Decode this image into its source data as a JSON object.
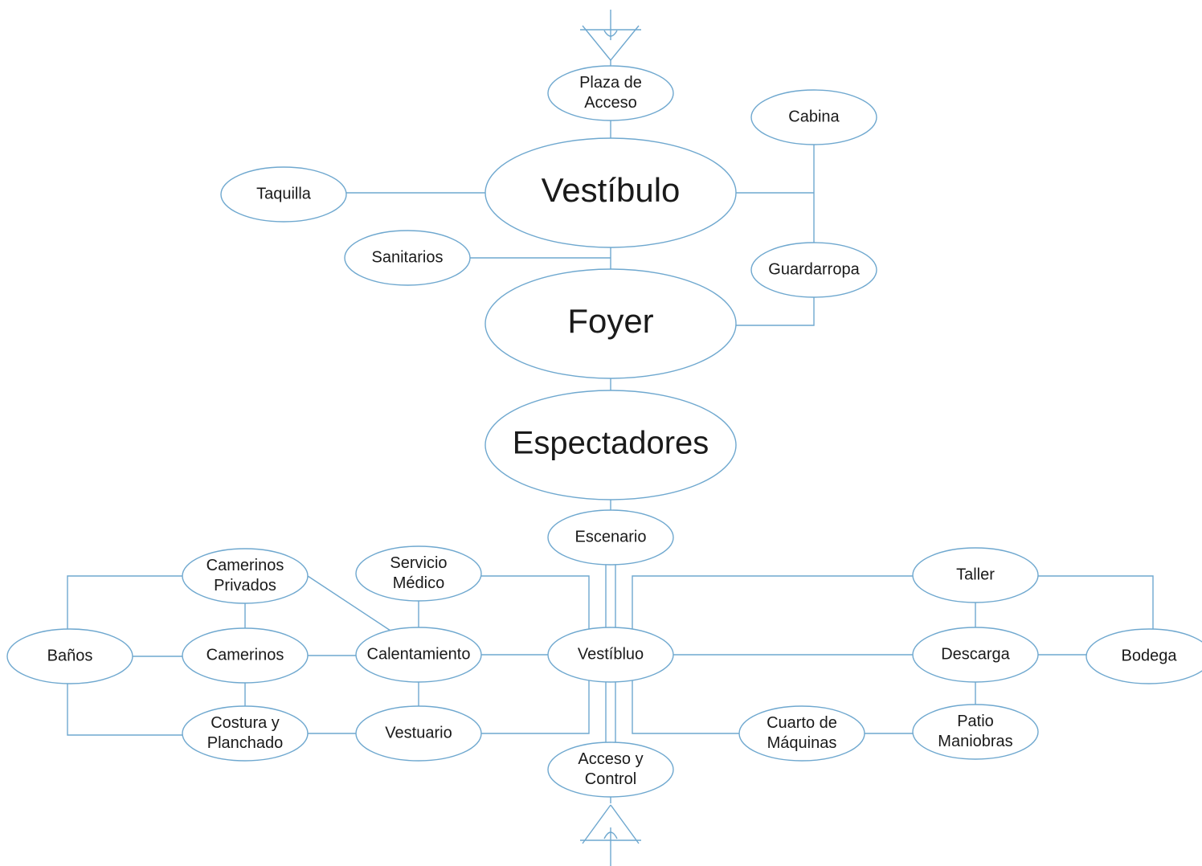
{
  "diagram": {
    "stroke_color": "#6fa8cf",
    "text_color": "#1a1a1a",
    "nodes": [
      {
        "id": "plaza",
        "lines": [
          "Plaza de",
          "Acceso"
        ]
      },
      {
        "id": "cabina",
        "lines": [
          "Cabina"
        ]
      },
      {
        "id": "vestibulo",
        "lines": [
          "Vestíbulo"
        ]
      },
      {
        "id": "taquilla",
        "lines": [
          "Taquilla"
        ]
      },
      {
        "id": "sanitarios",
        "lines": [
          "Sanitarios"
        ]
      },
      {
        "id": "guardarropa",
        "lines": [
          "Guardarropa"
        ]
      },
      {
        "id": "foyer",
        "lines": [
          "Foyer"
        ]
      },
      {
        "id": "espectadores",
        "lines": [
          "Espectadores"
        ]
      },
      {
        "id": "escenario",
        "lines": [
          "Escenario"
        ]
      },
      {
        "id": "camerinos-privados",
        "lines": [
          "Camerinos",
          "Privados"
        ]
      },
      {
        "id": "servicio-medico",
        "lines": [
          "Servicio",
          "Médico"
        ]
      },
      {
        "id": "taller",
        "lines": [
          "Taller"
        ]
      },
      {
        "id": "banos",
        "lines": [
          "Baños"
        ]
      },
      {
        "id": "camerinos",
        "lines": [
          "Camerinos"
        ]
      },
      {
        "id": "calentamiento",
        "lines": [
          "Calentamiento"
        ]
      },
      {
        "id": "vestibluo",
        "lines": [
          "Vestíbluo"
        ]
      },
      {
        "id": "descarga",
        "lines": [
          "Descarga"
        ]
      },
      {
        "id": "bodega",
        "lines": [
          "Bodega"
        ]
      },
      {
        "id": "costura",
        "lines": [
          "Costura y",
          "Planchado"
        ]
      },
      {
        "id": "vestuario",
        "lines": [
          "Vestuario"
        ]
      },
      {
        "id": "cuarto-maquinas",
        "lines": [
          "Cuarto de",
          "Máquinas"
        ]
      },
      {
        "id": "patio",
        "lines": [
          "Patio",
          "Maniobras"
        ]
      },
      {
        "id": "acceso-control",
        "lines": [
          "Acceso y",
          "Control"
        ]
      }
    ]
  }
}
